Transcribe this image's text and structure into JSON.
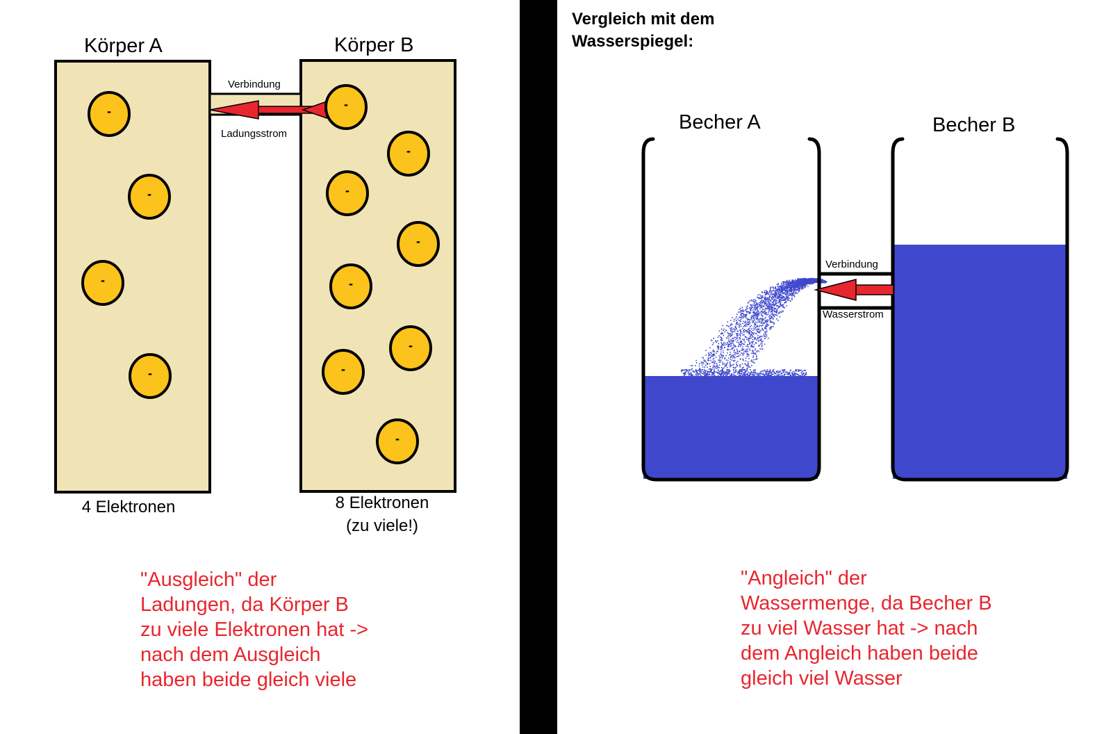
{
  "left": {
    "body_a": {
      "title": "Körper A",
      "electron_count_label": "4 Elektronen",
      "electrons": 4
    },
    "body_b": {
      "title": "Körper B",
      "electron_count_label": "8 Elektronen",
      "electron_note": "(zu viele!)",
      "electrons": 8
    },
    "connection_label": "Verbindung",
    "flow_label": "Ladungsstrom",
    "electron_symbol": "-",
    "explanation": [
      "\"Ausgleich\" der",
      "Ladungen, da Körper B",
      "zu viele Elektronen hat ->",
      "nach dem Ausgleich",
      "haben beide gleich viele"
    ]
  },
  "right": {
    "heading": [
      "Vergleich mit dem",
      "Wasserspiegel:"
    ],
    "cup_a": {
      "title": "Becher A"
    },
    "cup_b": {
      "title": "Becher B"
    },
    "connection_label": "Verbindung",
    "flow_label": "Wasserstrom",
    "explanation": [
      "\"Angleich\" der",
      "Wassermenge, da Becher B",
      "zu viel Wasser hat -> nach",
      "dem Angleich haben beide",
      "gleich viel Wasser"
    ]
  },
  "colors": {
    "body_fill": "#f0e4b6",
    "electron_fill": "#fbc31b",
    "water": "#3f48cc",
    "arrow": "#e8262e",
    "divider": "#000000",
    "explanation_text": "#e8262e"
  }
}
